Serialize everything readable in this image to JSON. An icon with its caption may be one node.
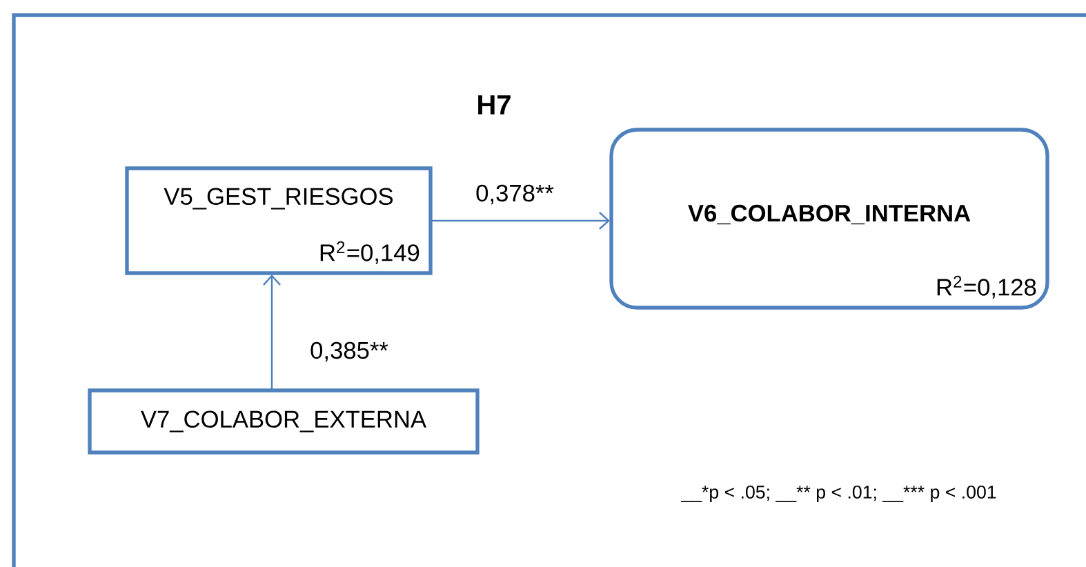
{
  "diagram": {
    "title": "H7",
    "nodes": [
      {
        "text": [
          "V5_GEST_RIESGOS",
          "R$^{2}$=0,149"
        ]
      },
      {
        "text": [
          "V6_COLABOR_INTERNA",
          "R$^{2}$=0,128"
        ]
      },
      {
        "text": [
          "V7_COLABOR_EXTERNA"
        ]
      }
    ],
    "edges": [
      {
        "from": 0,
        "to": 1,
        "arrow": "to",
        "label": "0,378**"
      },
      {
        "from": 2,
        "to": 0,
        "arrow": "to",
        "label": "0,385**"
      }
    ],
    "labels": [
      "__*p < .05; __** p < .01; __*** p < .001"
    ]
  }
}
